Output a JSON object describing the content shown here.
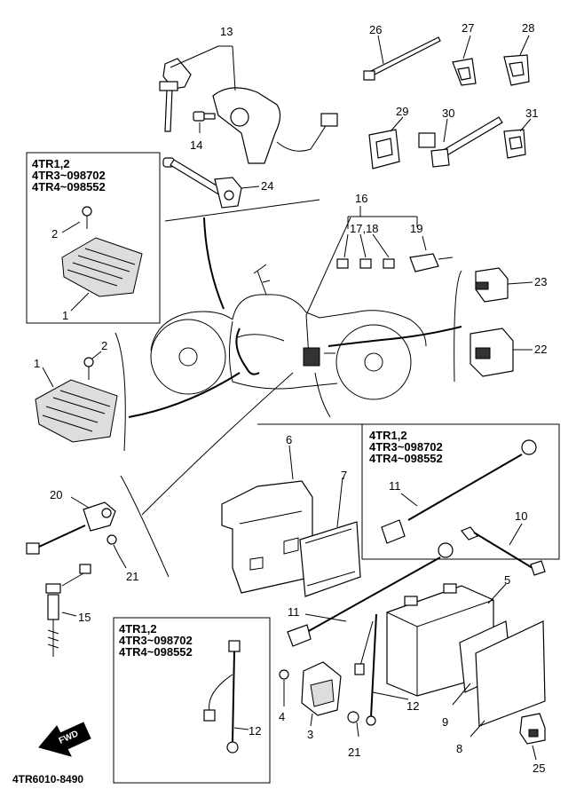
{
  "diagram_code": "4TR6010-8490",
  "fwd_label": "FWD",
  "boxes": {
    "regulator": {
      "line1": "4TR1,2",
      "line2": "4TR3~098702",
      "line3": "4TR4~098552"
    },
    "lead_top": {
      "line1": "4TR1,2",
      "line2": "4TR3~098702",
      "line3": "4TR4~098552"
    },
    "lead_bottom": {
      "line1": "4TR1,2",
      "line2": "4TR3~098702",
      "line3": "4TR4~098552"
    }
  },
  "callouts": {
    "c13": "13",
    "c14": "14",
    "c24": "24",
    "c26": "26",
    "c27": "27",
    "c28": "28",
    "c29": "29",
    "c30": "30",
    "c31": "31",
    "c16": "16",
    "c1718": "17,18",
    "c19": "19",
    "c2a": "2",
    "c1a": "1",
    "c2b": "2",
    "c1b": "1",
    "c23": "23",
    "c22": "22",
    "c6": "6",
    "c7": "7",
    "c11a": "11",
    "c10": "10",
    "c5": "5",
    "c11b": "11",
    "c20": "20",
    "c21a": "21",
    "c15": "15",
    "c12": "12",
    "c12b": "12",
    "c4": "4",
    "c3": "3",
    "c21b": "21",
    "c9": "9",
    "c8": "8",
    "c25": "25"
  }
}
